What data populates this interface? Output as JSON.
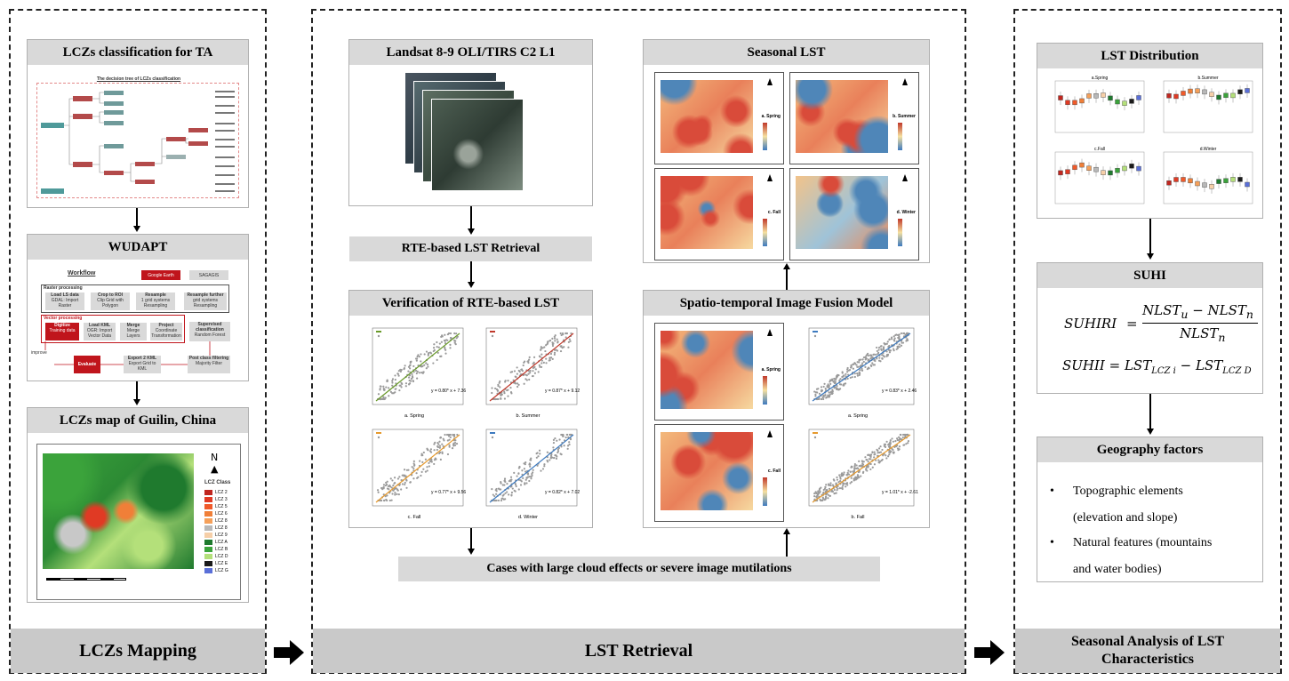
{
  "panels": {
    "left_footer": "LCZs Mapping",
    "middle_footer": "LST Retrieval",
    "right_footer": "Seasonal Analysis of LST Characteristics"
  },
  "left": {
    "lczs_title": "LCZs classification for TA",
    "tree_title": "The decision tree of LCZs classification",
    "wudapt_title": "WUDAPT",
    "workflow": {
      "label": "Workflow",
      "google_earth": "Google Earth",
      "sagagis": "SAGAGIS",
      "raster_processing": "Raster processing",
      "load_ls": "Load LS data",
      "load_ls_sub": "GDAL: Import Raster",
      "crop": "Crop to ROI",
      "crop_sub": "Clip Grid with Polygon",
      "resample": "Resample",
      "resample_sub": "1 grid systems Resampling",
      "resample_further": "Resample further",
      "resample_further_sub": "grid systems Resampling",
      "vector_processing": "Vector processing",
      "digitize": "Digitize",
      "digitize_sub": "Training data",
      "load_kml": "Load KML",
      "load_kml_sub": "OGR: Import Vector Data",
      "merge": "Merge",
      "merge_sub": "Merge Layers",
      "project": "Project",
      "project_sub": "Coordinate Transformation",
      "supervised": "Supervised classification",
      "supervised_sub": "Random Forest",
      "improve": "improve",
      "evaluate": "Evaluate",
      "export": "Export 2 KML",
      "export_sub": "Export Grid to KML",
      "post": "Post class filtering",
      "post_sub": "Majority Filter"
    },
    "map_title": "LCZs map of Guilin, China",
    "map_legend_title": "LCZ Class",
    "map_legend": [
      {
        "label": "LCZ 2",
        "color": "#c0261f"
      },
      {
        "label": "LCZ 3",
        "color": "#e03a24"
      },
      {
        "label": "LCZ 5",
        "color": "#f05a2a"
      },
      {
        "label": "LCZ 6",
        "color": "#f07f38"
      },
      {
        "label": "LCZ 8",
        "color": "#f5a05a"
      },
      {
        "label": "LCZ 8",
        "color": "#b8b8b8"
      },
      {
        "label": "LCZ 9",
        "color": "#f6cfa8"
      },
      {
        "label": "LCZ A",
        "color": "#1f7a2e"
      },
      {
        "label": "LCZ B",
        "color": "#3ba33b"
      },
      {
        "label": "LCZ D",
        "color": "#b4e07a"
      },
      {
        "label": "LCZ E",
        "color": "#1a1a1a"
      },
      {
        "label": "LCZ G",
        "color": "#5a6fd8"
      }
    ]
  },
  "middle": {
    "landsat_title": "Landsat 8-9 OLI/TIRS C2 L1",
    "rte_title": "RTE-based LST Retrieval",
    "verification_title": "Verification of RTE-based LST",
    "verify_plots": [
      {
        "caption": "a. Spring",
        "eq": "y = 0.80* x + 7.36",
        "color": "#6a9a2a"
      },
      {
        "caption": "b. Summer",
        "eq": "y = 0.87* x + 9.12",
        "color": "#c0392b"
      },
      {
        "caption": "c. Fall",
        "eq": "y = 0.77* x + 9.56",
        "color": "#e69a2e"
      },
      {
        "caption": "d. Winter",
        "eq": "y = 0.82* x + 7.02",
        "color": "#3d7abf"
      }
    ],
    "cases_title": "Cases with large cloud effects or severe image mutilations",
    "seasonal_title": "Seasonal LST",
    "seasonal_maps": [
      {
        "label": "a. Spring"
      },
      {
        "label": "b. Summer"
      },
      {
        "label": "c. Fall"
      },
      {
        "label": "d. Winter"
      }
    ],
    "fusion_title": "Spatio-temporal Image Fusion Model",
    "fusion_maps": [
      {
        "label": "a. Spring",
        "eq": "y = 0.83* x + 2.46",
        "caption": "a. Spring",
        "color": "#3d7abf"
      },
      {
        "label": "c. Fall",
        "eq": "y = 1.01* x + -2.61",
        "caption": "b. Fall",
        "color": "#e69a2e"
      }
    ]
  },
  "right": {
    "distribution_title": "LST Distribution",
    "box_panels": [
      {
        "label": "a.Spring"
      },
      {
        "label": "b.Summer"
      },
      {
        "label": "c.Fall"
      },
      {
        "label": "d.Winter"
      }
    ],
    "suhi_title": "SUHI",
    "formula1_lhs": "SUHIRI",
    "formula1_num": "NLST",
    "formula1_num_sub1": "u",
    "formula1_num_minus": "NLST",
    "formula1_num_sub2": "n",
    "formula1_den": "NLST",
    "formula1_den_sub": "n",
    "formula2_lhs": "SUHII",
    "formula2_t1": "LST",
    "formula2_t1_sub": "LCZ i",
    "formula2_t2": "LST",
    "formula2_t2_sub": "LCZ D",
    "geo_title": "Geography factors",
    "geo_items": [
      {
        "line1": "Topographic elements",
        "line2": "(elevation and slope)"
      },
      {
        "line1": "Natural features (mountains",
        "line2": "and water bodies)"
      }
    ]
  },
  "colors": {
    "accent_red": "#c0151c",
    "footer_grey": "#c9c9c9",
    "title_grey": "#d9d9d9"
  }
}
